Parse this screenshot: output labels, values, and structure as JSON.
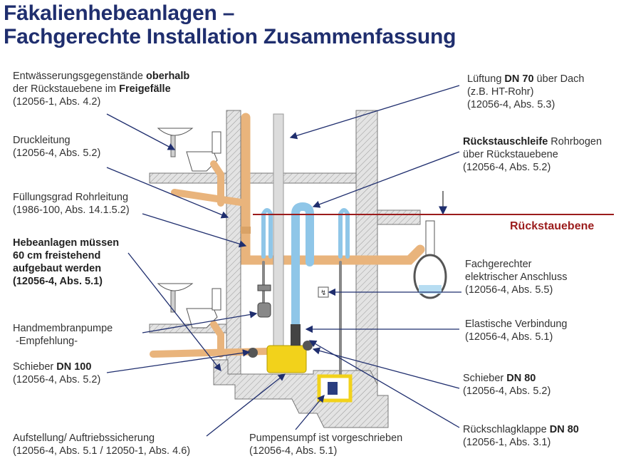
{
  "title": {
    "line1": "Fäkalienhebeanlagen –",
    "line2": "Fachgerechte Installation Zusammenfassung"
  },
  "backflow_level_label": "Rückstauebene",
  "colors": {
    "title": "#1f2e6e",
    "backflow_line": "#9b1c1c",
    "drain_pipe": "#e9b47c",
    "vent_pipe": "#dcdcdc",
    "pressure_pipe": "#8fc6e8",
    "pump": "#f2d21b",
    "wall": "#d9d9d9",
    "arrow": "#1f2e6e"
  },
  "labels": {
    "entwaesserung": {
      "pre": "Entwässerungsgegenstände ",
      "b1": "oberhalb",
      "mid": "der Rückstauebene im ",
      "b2": "Freigefälle",
      "ref": "(12056-1, Abs. 4.2)"
    },
    "druckleitung": {
      "text": "Druckleitung",
      "ref": "(12056-4, Abs. 5.2)"
    },
    "fuellungsgrad": {
      "text": "Füllungsgrad Rohrleitung",
      "ref": "(1986-100, Abs. 14.1.5.2)"
    },
    "hebeanlagen": {
      "l1": "Hebeanlagen müssen",
      "l2": "60 cm freistehend",
      "l3": "aufgebaut werden",
      "ref": "(12056-4, Abs. 5.1)"
    },
    "handmembran": {
      "l1": "Handmembranpumpe",
      "l2": " -Empfehlung-"
    },
    "schieber100": {
      "pre": "Schieber ",
      "b": "DN 100",
      "ref": "(12056-4, Abs. 5.2)"
    },
    "aufstellung": {
      "text": "Aufstellung/ Auftriebssicherung",
      "ref": "(12056-4, Abs. 5.1 / 12050-1, Abs. 4.6)"
    },
    "pumpensumpf": {
      "text": "Pumpensumpf ist vorgeschrieben",
      "ref": "(12056-4, Abs. 5.1)"
    },
    "lueftung": {
      "pre": "Lüftung ",
      "b": "DN 70",
      "post": " über Dach",
      "l2": "(z.B. HT-Rohr)",
      "ref": "(12056-4, Abs. 5.3)"
    },
    "rueckstauschleife": {
      "b": "Rückstauschleife",
      "post": " Rohrbogen",
      "l2": "über Rückstauebene",
      "ref": "(12056-4, Abs. 5.2)"
    },
    "elektrisch": {
      "l1": "Fachgerechter",
      "l2": "elektrischer Anschluss",
      "ref": "(12056-4, Abs. 5.5)"
    },
    "elastisch": {
      "text": "Elastische Verbindung",
      "ref": "(12056-4, Abs. 5.1)"
    },
    "schieber80": {
      "pre": "Schieber ",
      "b": "DN 80",
      "ref": "(12056-4, Abs. 5.2)"
    },
    "rueckschlag": {
      "pre": "Rückschlagklappe ",
      "b": "DN 80",
      "ref": "(12056-1, Abs. 3.1)"
    }
  }
}
